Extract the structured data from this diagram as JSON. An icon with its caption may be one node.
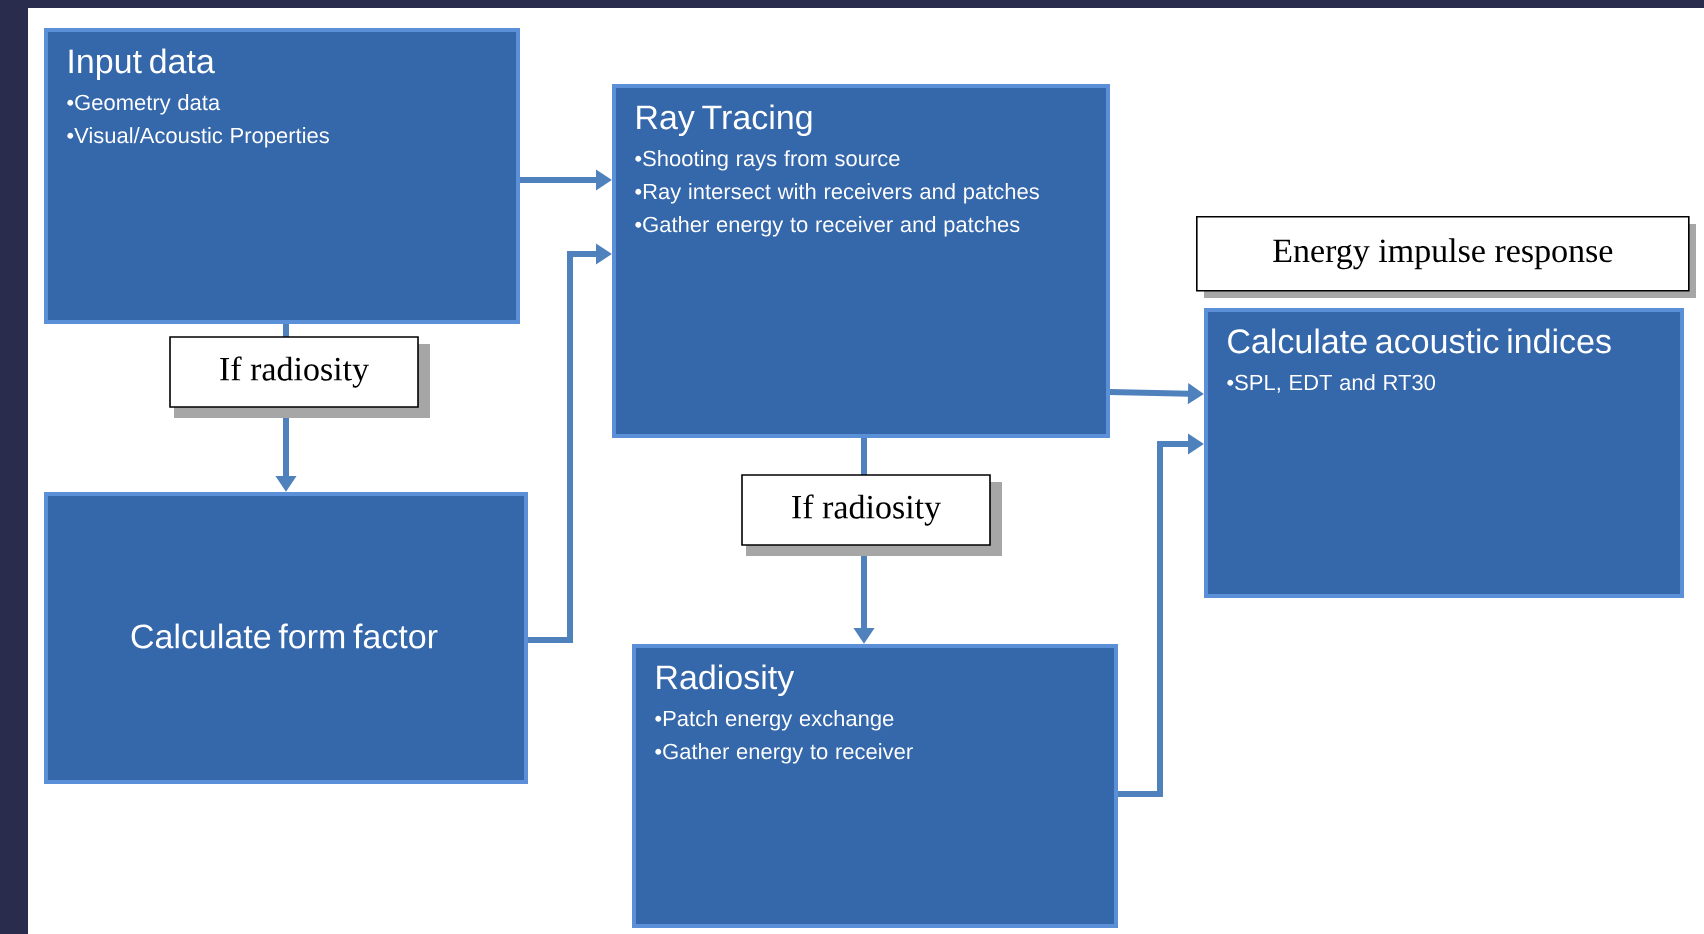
{
  "diagram": {
    "nodes": [
      {
        "text": [
          "Input data",
          "•Geometry data",
          "•Visual/Acoustic Properties"
        ]
      },
      {
        "text": [
          "Ray Tracing",
          "•Shooting rays from source",
          "•Ray intersect with receivers and patches",
          "•Gather energy to receiver and patches"
        ]
      },
      {
        "text": [
          "Calculate form factor"
        ]
      },
      {
        "text": [
          "Radiosity",
          "•Patch energy exchange",
          "•Gather energy to receiver"
        ]
      },
      {
        "text": [
          "Calculate acoustic indices",
          "•SPL, EDT and RT30"
        ]
      },
      {
        "text": [
          "Energy impulse response"
        ]
      }
    ],
    "edges": [
      {
        "from": 0,
        "to": 1,
        "arrow": "to"
      },
      {
        "from": 0,
        "to": 2,
        "arrow": "to",
        "label": "If radiosity"
      },
      {
        "from": 2,
        "to": 1,
        "arrow": "to"
      },
      {
        "from": 1,
        "to": 4,
        "arrow": "to"
      },
      {
        "from": 1,
        "to": 3,
        "arrow": "to",
        "label": "If radiosity"
      },
      {
        "from": 3,
        "to": 4,
        "arrow": "to"
      }
    ]
  }
}
